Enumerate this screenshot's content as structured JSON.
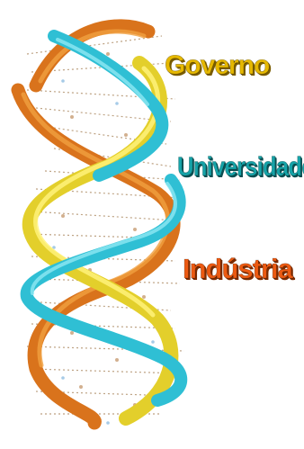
{
  "labels": {
    "governo": "Governo",
    "universidade": "Universidade",
    "industria": "Indústria"
  },
  "colors": {
    "governo": "#e6b800",
    "universidade": "#16a3a8",
    "industria": "#ec5a12",
    "strand_orange": "#e0781a",
    "strand_yellow": "#e9d83a",
    "strand_cyan": "#3cc3d6",
    "base_pairs": "#9a7b4a"
  },
  "image": {
    "subject": "dna-triple-helix-icon"
  }
}
